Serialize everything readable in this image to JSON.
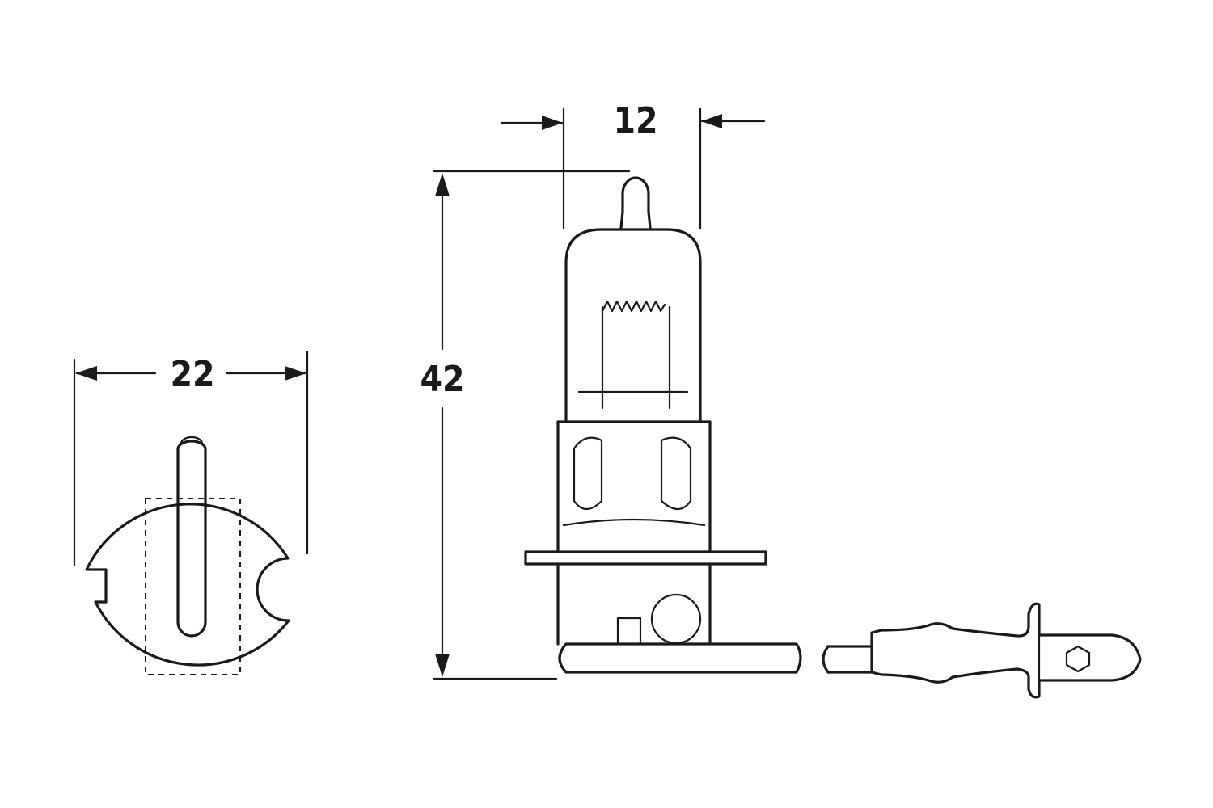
{
  "figure": {
    "dimensions": {
      "base_diameter": "22",
      "bulb_width": "12",
      "overall_height": "42"
    }
  }
}
